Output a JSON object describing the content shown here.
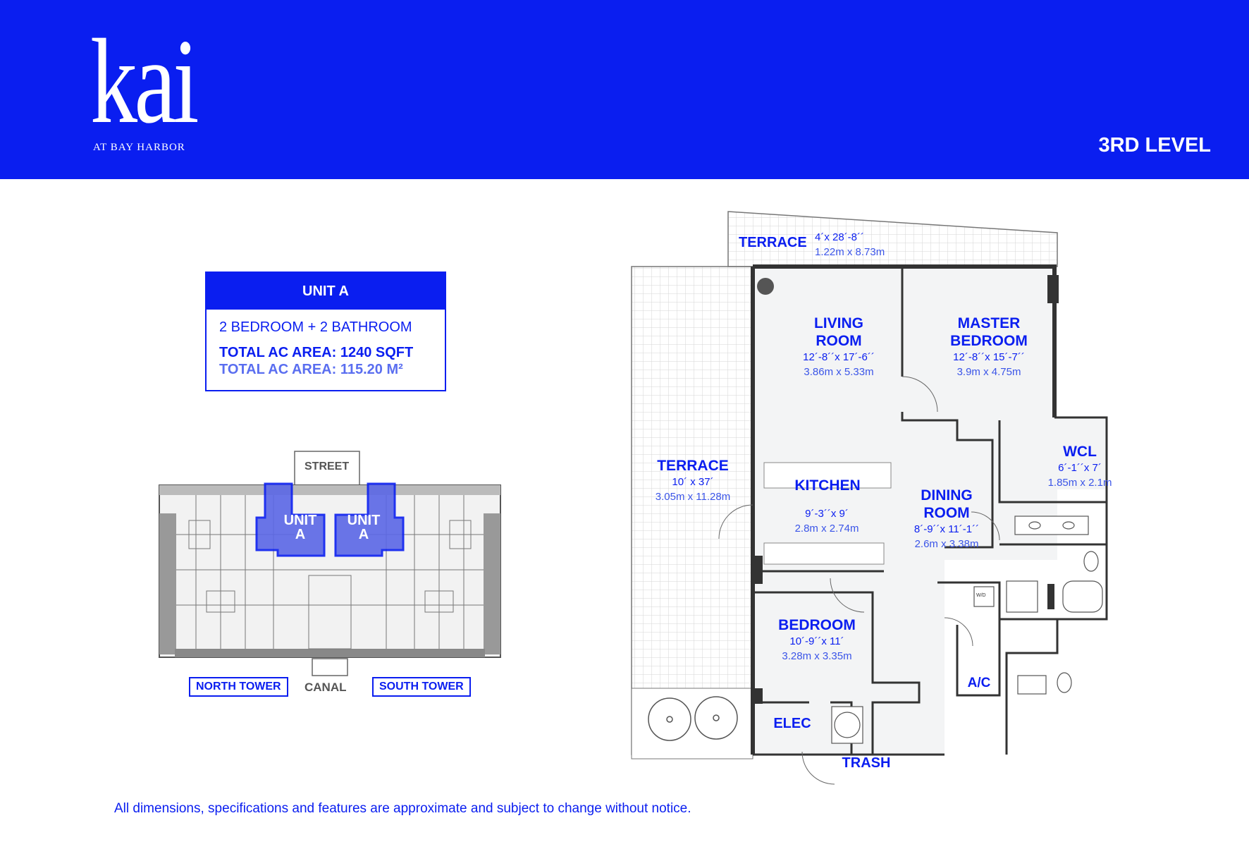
{
  "header": {
    "logo": "kai",
    "logo_sub": "AT BAY HARBOR",
    "level": "3RD LEVEL",
    "brand_color": "#0a1ef0"
  },
  "unit_box": {
    "title": "UNIT A",
    "rooms": "2 BEDROOM + 2 BATHROOM",
    "area_sqft": "TOTAL AC AREA: 1240 SQFT",
    "area_m2": "TOTAL AC AREA: 115.20 M²"
  },
  "key_plan": {
    "street": "STREET",
    "canal": "CANAL",
    "north_tower": "NORTH TOWER",
    "south_tower": "SOUTH TOWER",
    "unit_left_line1": "UNIT",
    "unit_left_line2": "A",
    "unit_right_line1": "UNIT",
    "unit_right_line2": "A"
  },
  "floor_plan": {
    "terrace_top": {
      "name": "TERRACE",
      "imperial": "4´x 28´-8´´",
      "metric": "1.22m x 8.73m"
    },
    "living_room": {
      "name_line1": "LIVING",
      "name_line2": "ROOM",
      "imperial": "12´-8´´x 17´-6´´",
      "metric": "3.86m x 5.33m"
    },
    "master_bedroom": {
      "name_line1": "MASTER",
      "name_line2": "BEDROOM",
      "imperial": "12´-8´´x 15´-7´´",
      "metric": "3.9m x 4.75m"
    },
    "terrace_side": {
      "name": "TERRACE",
      "imperial": "10´ x 37´",
      "metric": "3.05m x 11.28m"
    },
    "kitchen": {
      "name": "KITCHEN",
      "imperial": "9´-3´´x 9´",
      "metric": "2.8m x 2.74m"
    },
    "dining_room": {
      "name_line1": "DINING",
      "name_line2": "ROOM",
      "imperial": "8´-9´´x 11´-1´´",
      "metric": "2.6m x 3.38m"
    },
    "wcl": {
      "name": "WCL",
      "imperial": "6´-1´´x 7´",
      "metric": "1.85m x 2.1m"
    },
    "bedroom": {
      "name": "BEDROOM",
      "imperial": "10´-9´´x 11´",
      "metric": "3.28m x 3.35m"
    },
    "ac": "A/C",
    "elec": "ELEC",
    "trash": "TRASH",
    "wd": "W/D"
  },
  "disclaimer": "All dimensions, specifications and features are approximate and subject to change without notice."
}
